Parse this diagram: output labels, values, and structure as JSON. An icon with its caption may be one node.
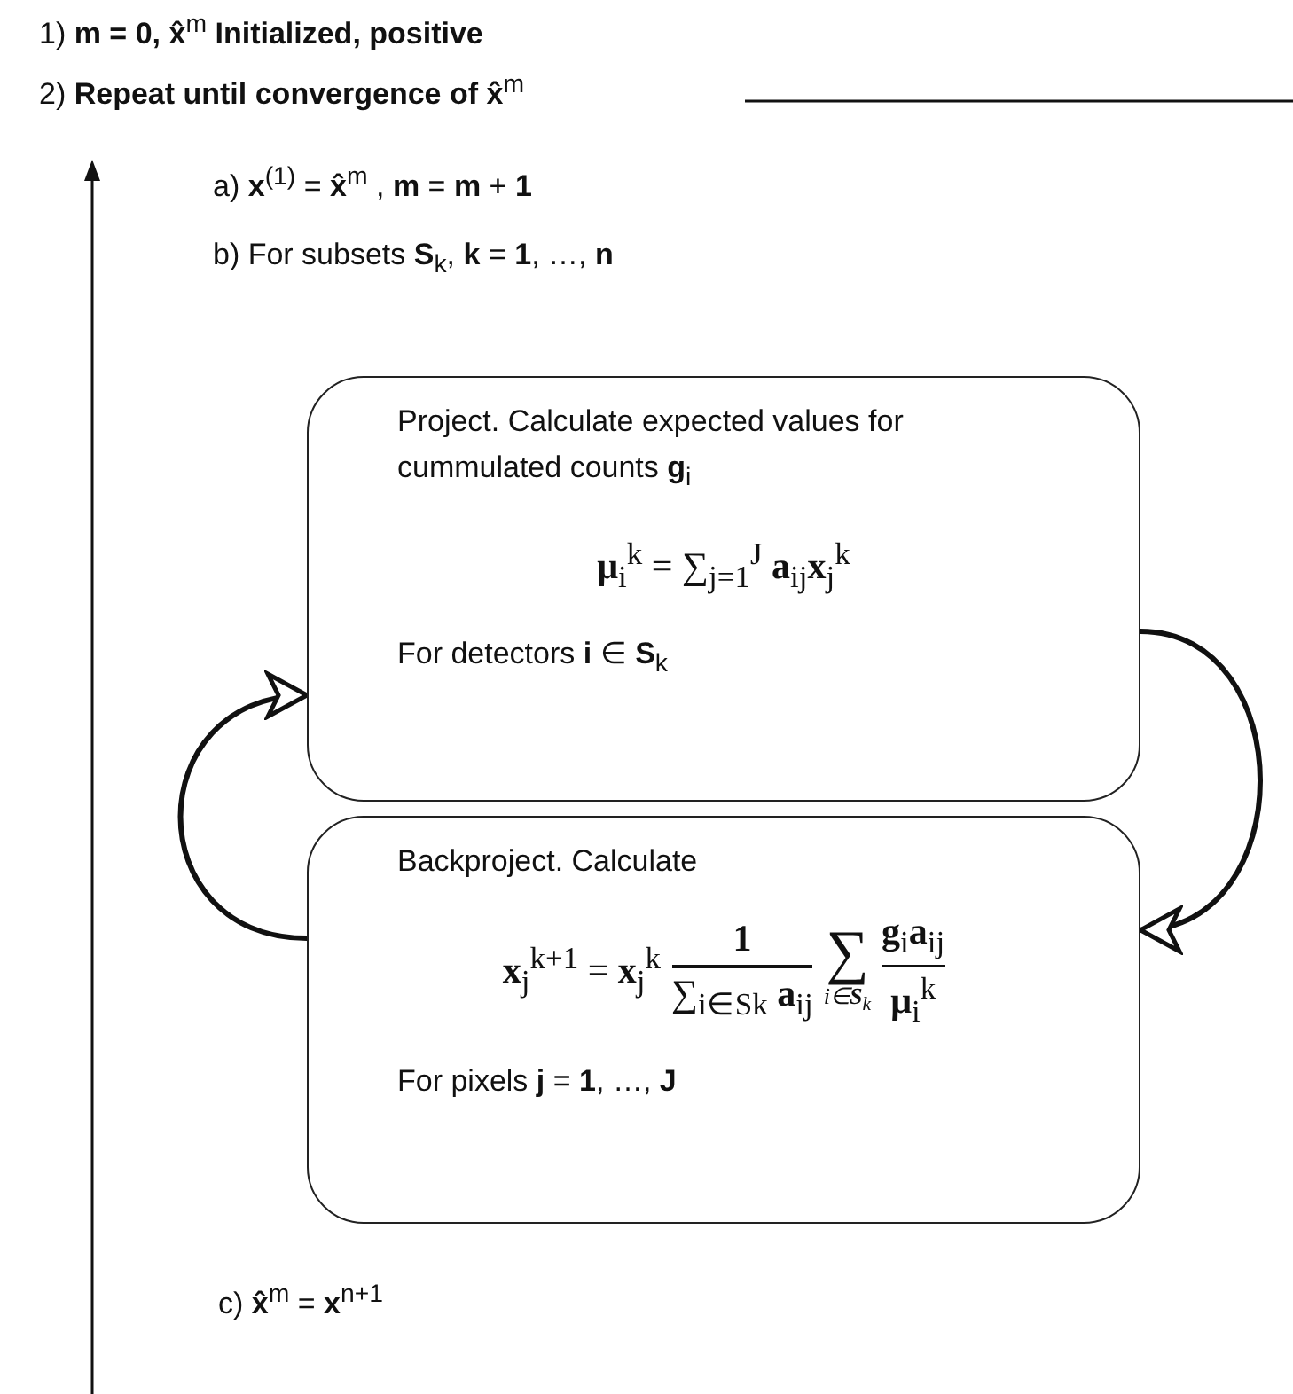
{
  "diagram": {
    "nodes": [
      {
        "text": [
          "Project. Calculate expected values for cummulated counts **g**$_{i}$",
          "**μ**$_{i}$$^{k}$ = ∑$_{j=1}$$^{J}$ **a**$_{ij}$**x**$_{j}$$^{k}$",
          "For detectors **i** ∈ **S**$_{k}$"
        ]
      },
      {
        "text": [
          "Backproject. Calculate",
          "**x**$_{j}$$^{k+1}$ = **x**$_{j}$$^{k}$",
          "**1**",
          "∑$_{i∈S}$$_{k}$ **a**$_{ij}$",
          "∑",
          "i∈**S**$_{k}$",
          "**g**$_{i}$**a**$_{ij}$",
          "**μ**$_{i}$$^{k}$",
          "For pixels **j** = **1**, …, **J**"
        ]
      }
    ],
    "edges": [
      {
        "from": 0,
        "to": 1,
        "arrow": "to"
      },
      {
        "from": 1,
        "to": 0,
        "arrow": "to"
      }
    ],
    "labels": [
      "1) **m = 0,  x̂**$^{m}$ **Initialized, positive**",
      "2) **Repeat until convergence of x̂**$^{m}$",
      "a) **x**$^{(1)}$ = **x̂**$^{m}$ ,      **m** = **m** + **1**",
      "b) For subsets **S**$_{k}$,      **k** = **1**, …, **n**",
      "c)  **x̂**$^{m}$ = **x**$^{n+1}$"
    ]
  }
}
